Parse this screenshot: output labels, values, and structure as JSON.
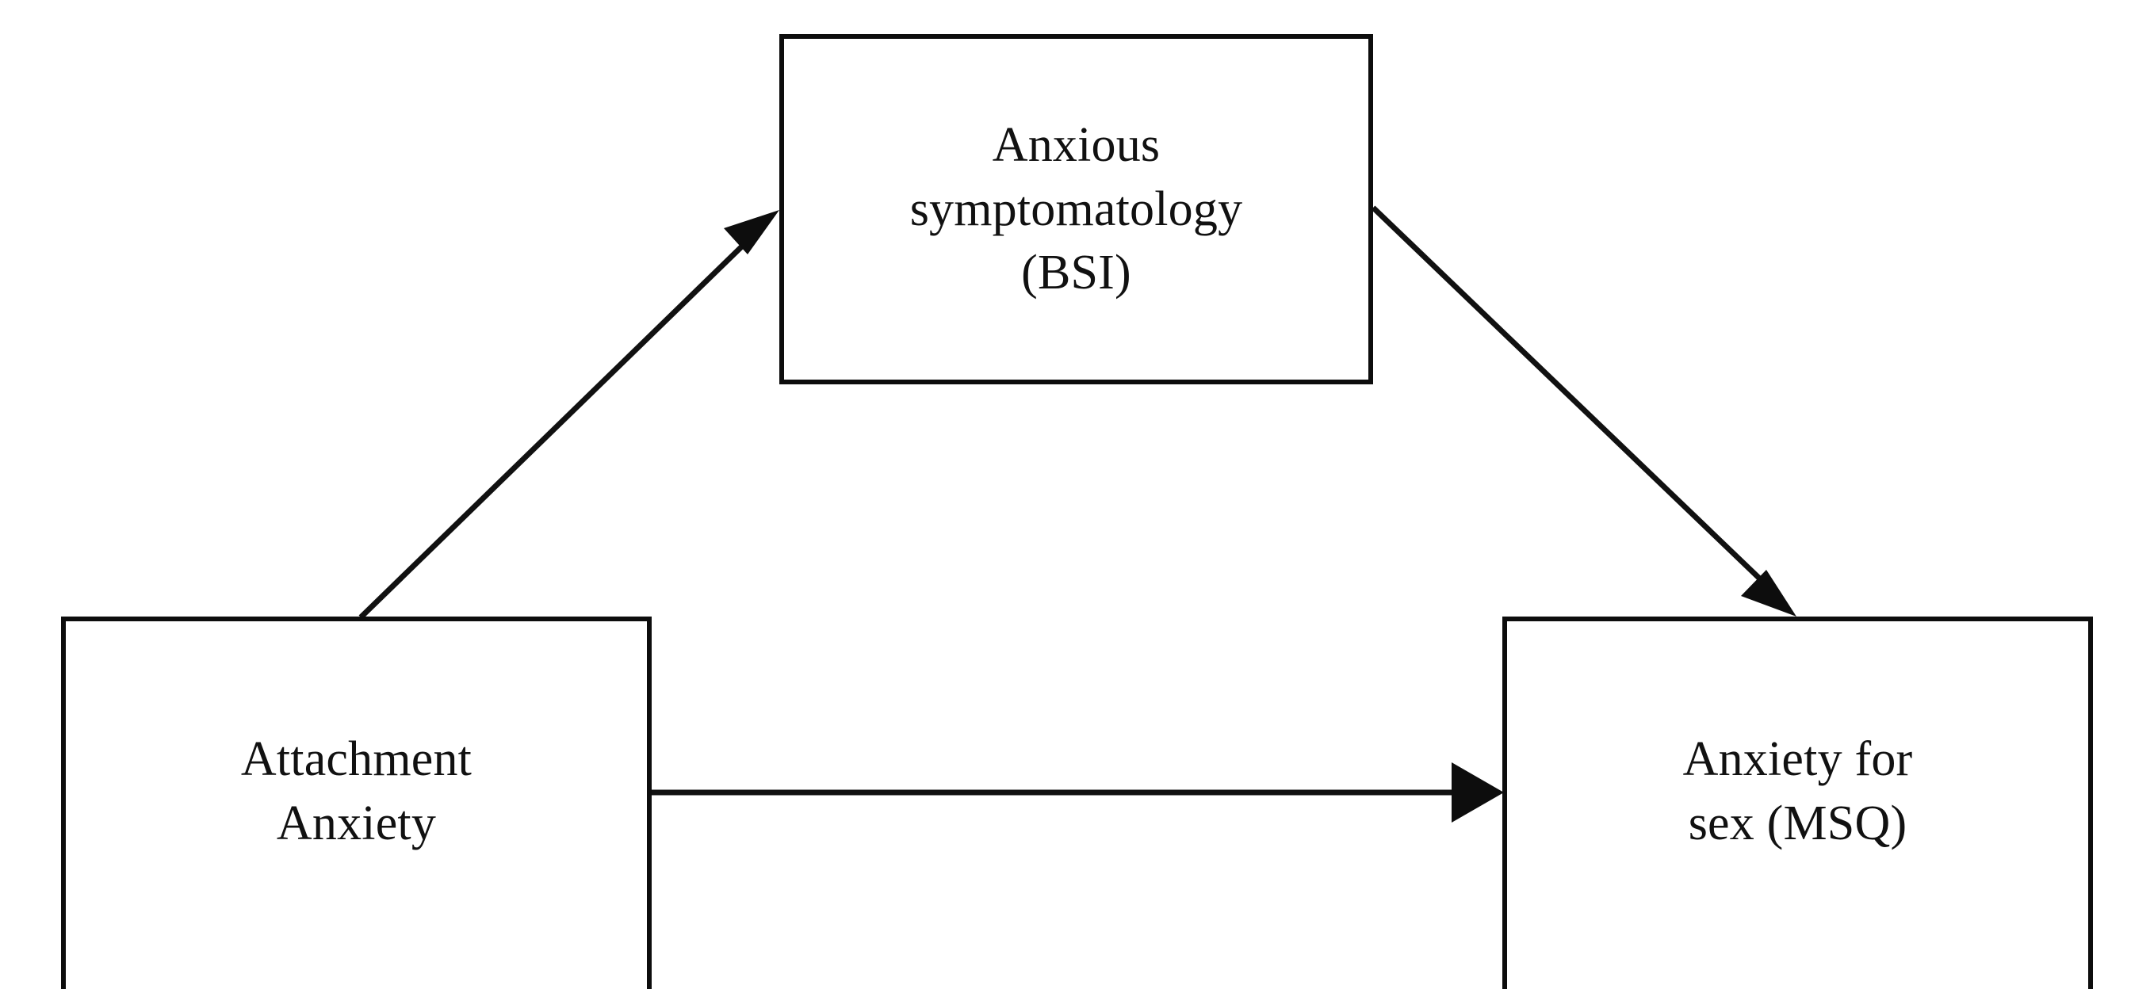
{
  "diagram": {
    "type": "mediation-model",
    "title": "",
    "background_color": "#ffffff",
    "line_color": "#111111",
    "text_color": "#111111",
    "nodes": [
      {
        "id": "predictor",
        "label": "Attachment\nAnxiety",
        "role": "predictor",
        "position": "bottom-left"
      },
      {
        "id": "mediator",
        "label": "Anxious\nsymptomatology\n(BSI)",
        "role": "mediator",
        "position": "top-center"
      },
      {
        "id": "outcome",
        "label": "Anxiety for\nsex (MSQ)",
        "role": "outcome",
        "position": "bottom-right"
      }
    ],
    "edges": [
      {
        "id": "edge-a",
        "from": "predictor",
        "to": "mediator",
        "label": "",
        "style": "solid",
        "arrowhead": "filled-triangle"
      },
      {
        "id": "edge-b",
        "from": "mediator",
        "to": "outcome",
        "label": "",
        "style": "solid",
        "arrowhead": "filled-triangle"
      },
      {
        "id": "edge-c",
        "from": "predictor",
        "to": "outcome",
        "label": "",
        "style": "solid",
        "arrowhead": "filled-triangle"
      }
    ]
  }
}
